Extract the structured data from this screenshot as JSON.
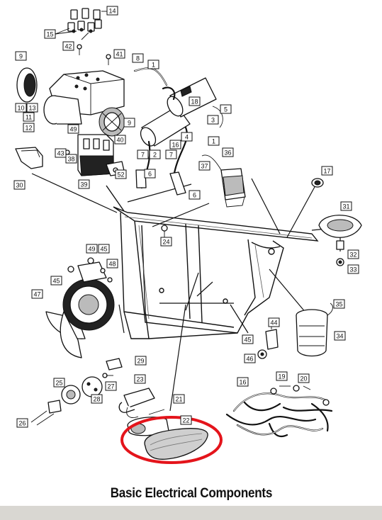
{
  "caption": "Basic Electrical Components",
  "highlight_color": "#e4141b",
  "callouts": [
    "1",
    "2",
    "3",
    "4",
    "5",
    "6",
    "7",
    "8",
    "9",
    "10",
    "11",
    "12",
    "13",
    "14",
    "15",
    "16",
    "17",
    "18",
    "19",
    "20",
    "21",
    "22",
    "23",
    "24",
    "25",
    "26",
    "27",
    "28",
    "29",
    "30",
    "31",
    "32",
    "33",
    "34",
    "35",
    "36",
    "37",
    "38",
    "39",
    "40",
    "41",
    "42",
    "43",
    "44",
    "45",
    "46",
    "47",
    "48",
    "49",
    "52"
  ]
}
